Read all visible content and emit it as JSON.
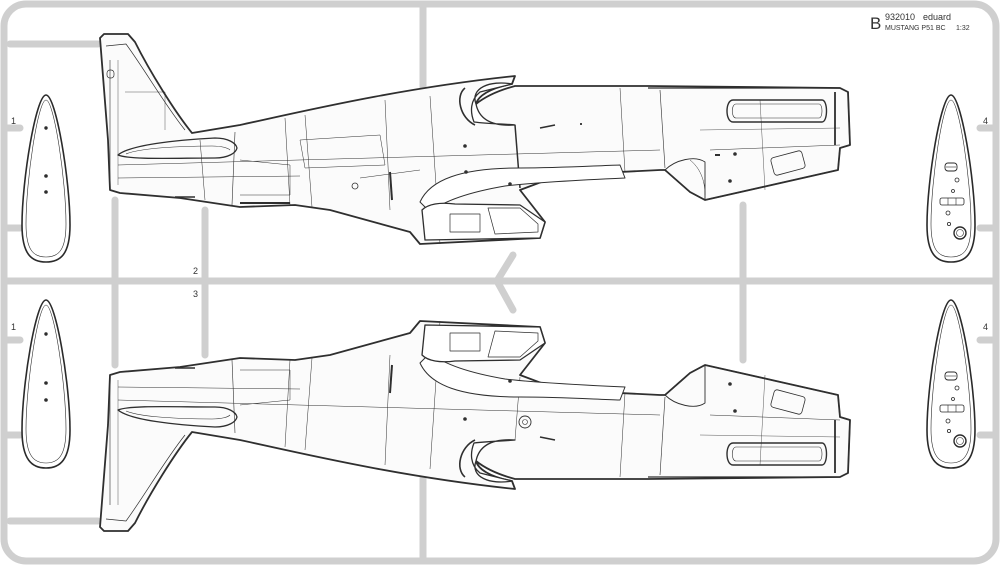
{
  "sheet": {
    "letter": "B",
    "code": "932010",
    "brand": "eduard",
    "title": "MUSTANG P51 BC",
    "scale": "1:32"
  },
  "part_numbers": {
    "p1_top": "1",
    "p1_bottom": "1",
    "p2": "2",
    "p3": "3",
    "p4_top": "4",
    "p4_bottom": "4"
  },
  "colors": {
    "sprue": "#cfcfcf",
    "line": "#3a3a3a",
    "fill": "#f7f7f7"
  }
}
